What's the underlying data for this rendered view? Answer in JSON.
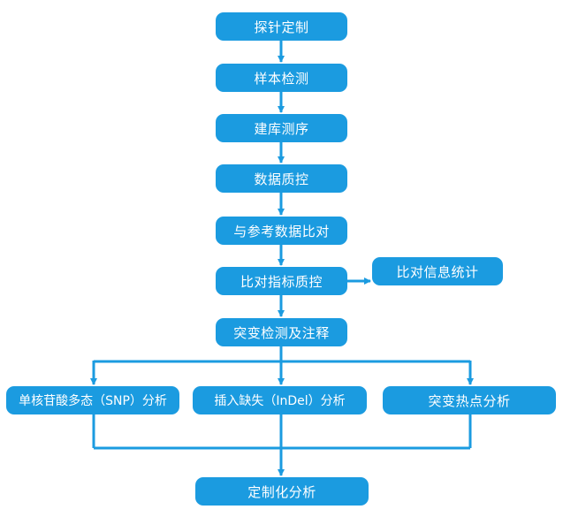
{
  "flow": {
    "probe_design": "探针定制",
    "sample_detection": "样本检测",
    "library_sequencing": "建库测序",
    "data_qc": "数据质控",
    "reference_alignment": "与参考数据比对",
    "alignment_qc": "比对指标质控",
    "alignment_stats": "比对信息统计",
    "variant_detection": "突变检测及注释",
    "snp_analysis": "单核苷酸多态（SNP）分析",
    "indel_analysis": "插入缺失（InDel）分析",
    "hotspot_analysis": "突变热点分析",
    "custom_analysis": "定制化分析"
  },
  "colors": {
    "node_fill": "#1b9be0",
    "node_text": "#ffffff",
    "connector": "#1b9be0"
  }
}
